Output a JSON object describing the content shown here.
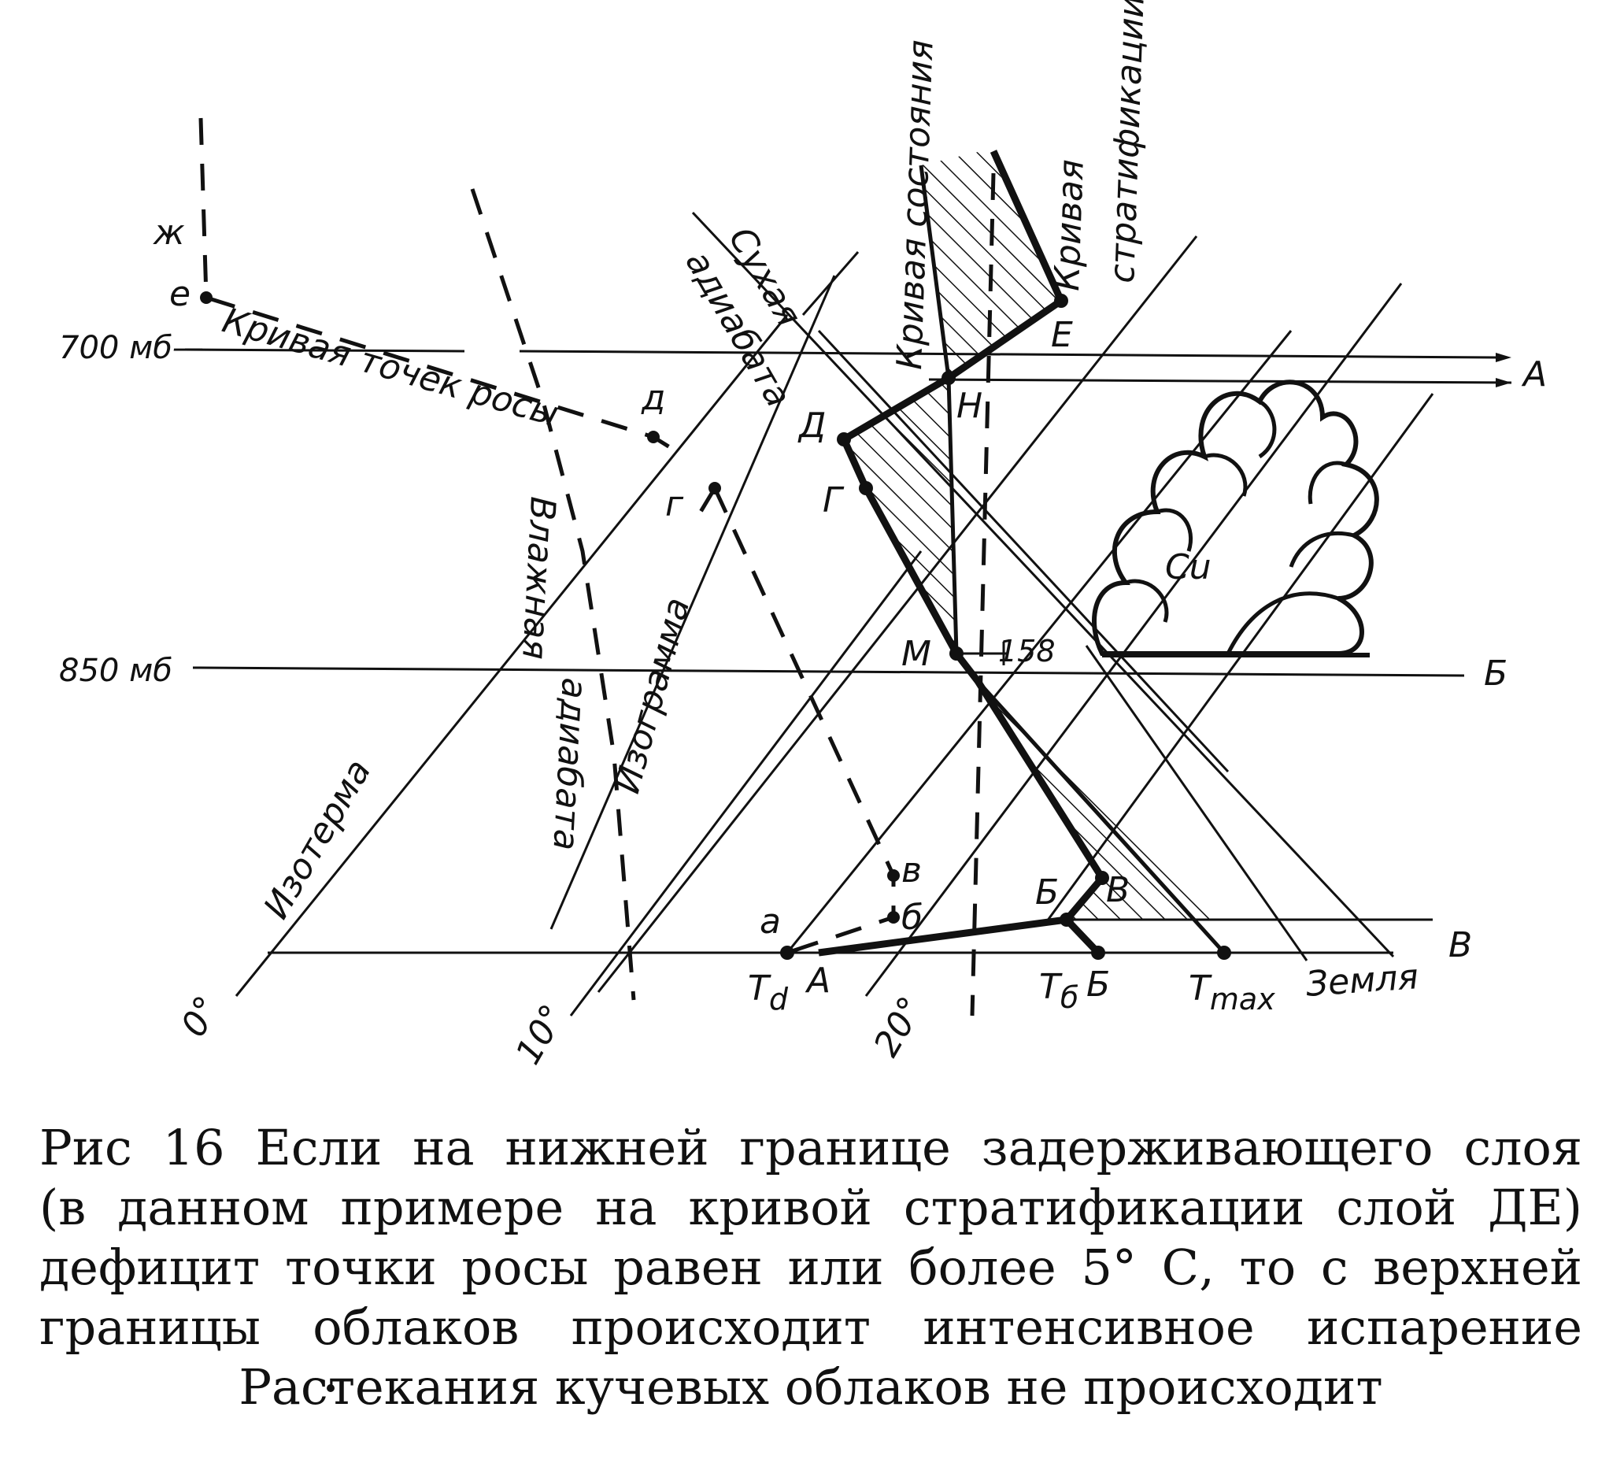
{
  "labels": {
    "pressure_700": "700 мб—",
    "pressure_850": "850 мб",
    "curve_dewpoint": "Кривая точек росы",
    "curve_state": "Кривая состояния",
    "curve_strat_1": "Кривая",
    "curve_strat_2": "стратификации",
    "dry_adiabat_1": "Сухая",
    "dry_adiabat_2": "адиабата",
    "moist_adiabat_1": "Влажная",
    "moist_adiabat_2": "адиабата",
    "isogram": "Изограмма",
    "isotherm": "Изотерма",
    "ground": "Земля",
    "cloud": "Cu",
    "level_A": "А",
    "level_B": "Б",
    "level_V": "В",
    "point_E": "Е",
    "point_N": "Н",
    "point_D": "Д",
    "point_G": "Г",
    "point_M": "М",
    "point_Bv": "В",
    "point_Bb": "Б",
    "value_158": "158",
    "dew_a": "а",
    "dew_b": "б",
    "dew_v": "в",
    "dew_g": "г",
    "dew_d": "д",
    "dew_e": "е",
    "dew_zh": "ж",
    "ground_A": "А",
    "ground_B": "Б",
    "t_d": "T",
    "t_d_sub": "d",
    "t_b": "T",
    "t_b_sub": "б",
    "t_max": "T",
    "t_max_sub": "max",
    "temp_0": "0°",
    "temp_10": "10°",
    "temp_20": "20°"
  },
  "caption": {
    "line1": "Рис 16 Если на нижней границе задерживающего слоя",
    "line2": "(в данном примере на кривой стратификации слой ДЕ)",
    "line3": "дефицит точки росы равен или более 5° С, то с верхней",
    "line4": "границы облаков происходит интенсивное испарение",
    "line5": "Растекания кучевых облаков не происходит"
  }
}
